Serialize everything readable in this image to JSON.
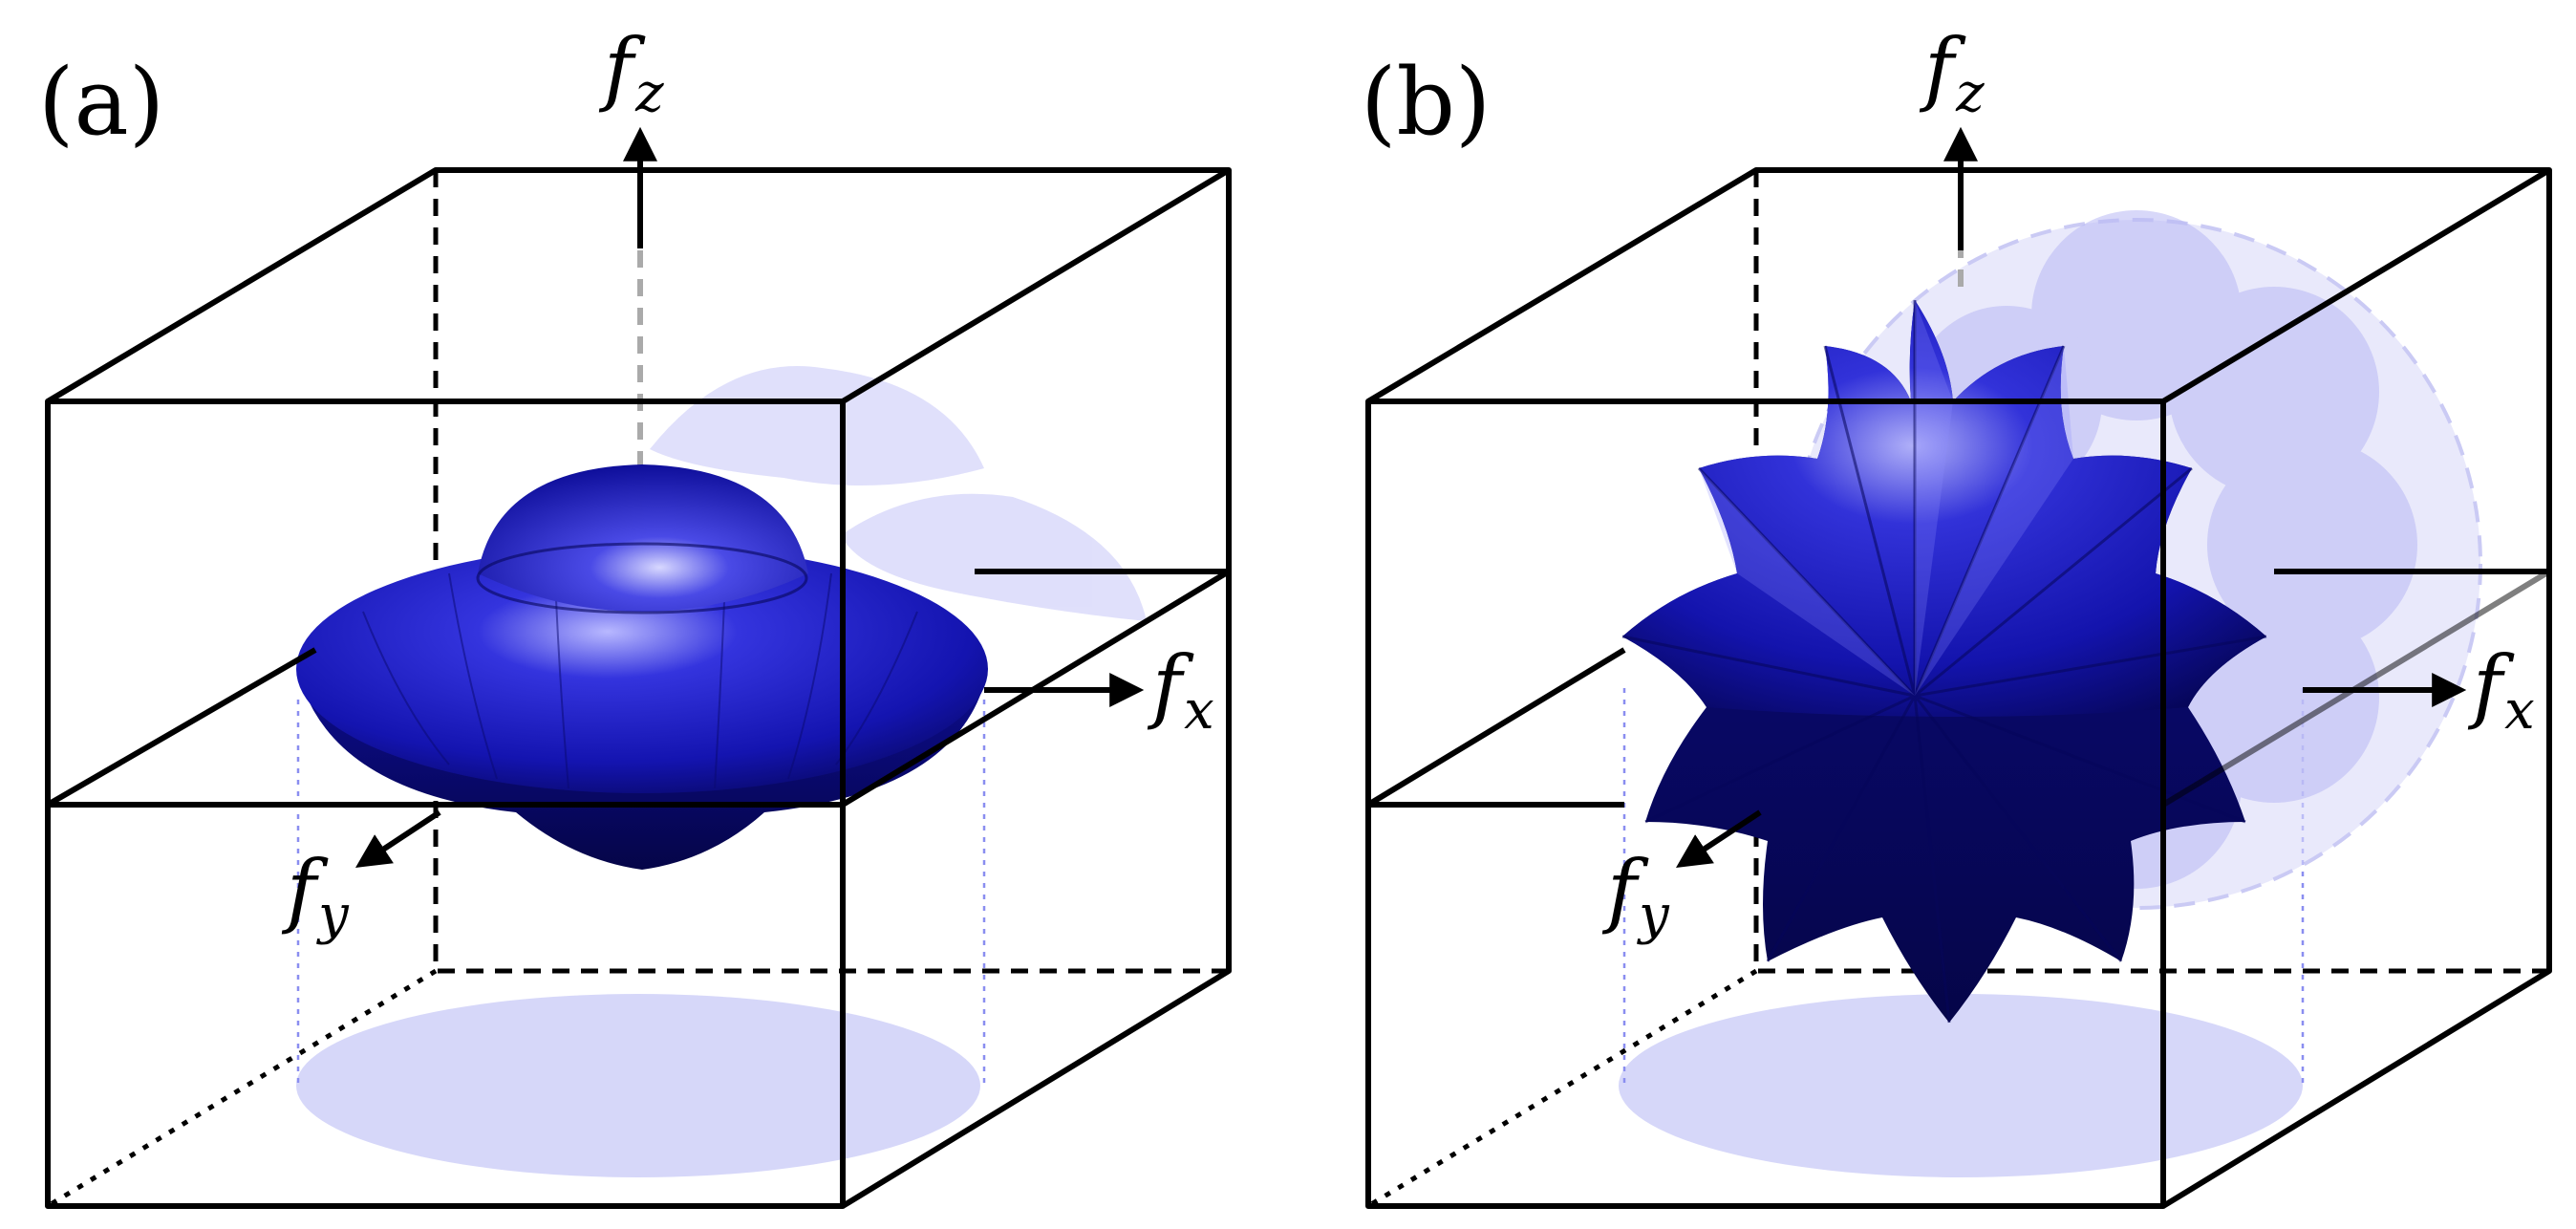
{
  "colors": {
    "surface": "#1212b8",
    "surface_dark": "#07075e",
    "surface_light": "#5c5ce6",
    "shadow": "#c8c8f6",
    "box_lines": "#000000"
  },
  "panels": [
    {
      "label": "(a)",
      "shape": "flattened-dome-spheroid",
      "axes": {
        "z": {
          "main": "f",
          "sub": "z"
        },
        "x": {
          "main": "f",
          "sub": "x"
        },
        "y": {
          "main": "f",
          "sub": "y"
        }
      }
    },
    {
      "label": "(b)",
      "shape": "ten-lobed-star",
      "axes": {
        "z": {
          "main": "f",
          "sub": "z"
        },
        "x": {
          "main": "f",
          "sub": "x"
        },
        "y": {
          "main": "f",
          "sub": "y"
        }
      }
    }
  ]
}
